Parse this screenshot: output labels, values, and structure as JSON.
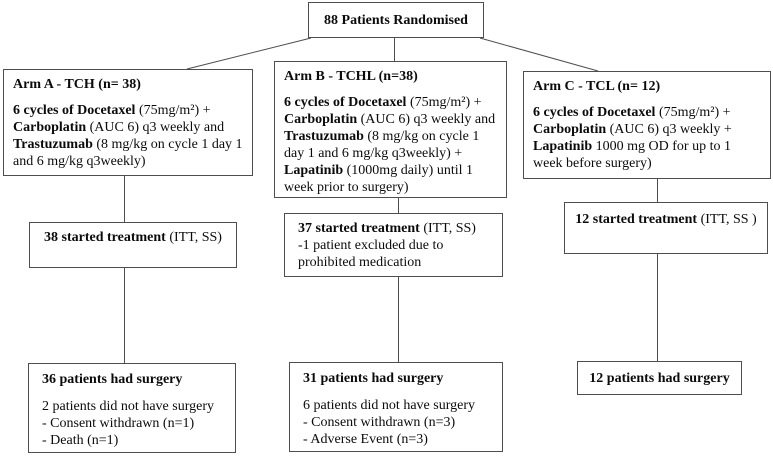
{
  "diagram": {
    "randomised": "88 Patients Randomised",
    "arms": [
      {
        "header": "Arm A - TCH (n= 38)",
        "treatment": [
          {
            "t": "6 cycles of Docetaxel",
            "bold": true
          },
          {
            "t": " (75mg/m²) + ",
            "bold": false
          },
          {
            "t": "Carboplatin",
            "bold": true
          },
          {
            "t": " (AUC 6) q3 weekly and ",
            "bold": false
          },
          {
            "t": "Trastuzumab",
            "bold": true
          },
          {
            "t": " (8 mg/kg on cycle 1 day 1 and 6 mg/kg q3weekly)",
            "bold": false
          }
        ],
        "started": {
          "main": "38 started treatment",
          "suffix": " (ITT, SS)",
          "note": ""
        },
        "surgery": {
          "title": "36 patients had surgery",
          "notes": [
            "2 patients did not have surgery",
            "- Consent withdrawn (n=1)",
            "- Death (n=1)"
          ]
        }
      },
      {
        "header": "Arm B - TCHL (n=38)",
        "treatment": [
          {
            "t": "6 cycles of Docetaxel",
            "bold": true
          },
          {
            "t": " (75mg/m²) + ",
            "bold": false
          },
          {
            "t": "Carboplatin",
            "bold": true
          },
          {
            "t": " (AUC 6) q3 weekly and ",
            "bold": false
          },
          {
            "t": "Trastuzumab",
            "bold": true
          },
          {
            "t": " (8 mg/kg on cycle 1 day 1 and 6 mg/kg q3weekly) + ",
            "bold": false
          },
          {
            "t": "Lapatinib",
            "bold": true
          },
          {
            "t": " (1000mg daily) until 1 week prior to surgery)",
            "bold": false
          }
        ],
        "started": {
          "main": "37 started treatment",
          "suffix": " (ITT, SS)",
          "note": "-1 patient excluded due to prohibited medication"
        },
        "surgery": {
          "title": "31 patients had surgery",
          "notes": [
            "6 patients did not have surgery",
            "- Consent withdrawn (n=3)",
            "- Adverse Event (n=3)"
          ]
        }
      },
      {
        "header": "Arm C - TCL (n= 12)",
        "treatment": [
          {
            "t": "6 cycles of Docetaxel",
            "bold": true
          },
          {
            "t": " (75mg/m²) + ",
            "bold": false
          },
          {
            "t": "Carboplatin",
            "bold": true
          },
          {
            "t": " (AUC 6) q3 weekly + ",
            "bold": false
          },
          {
            "t": "Lapatinib",
            "bold": true
          },
          {
            "t": " 1000 mg OD for up to 1 week before surgery)",
            "bold": false
          }
        ],
        "started": {
          "main": "12 started treatment",
          "suffix": " (ITT, SS )",
          "note": ""
        },
        "surgery": {
          "title": "12 patients had surgery",
          "notes": []
        }
      }
    ]
  }
}
